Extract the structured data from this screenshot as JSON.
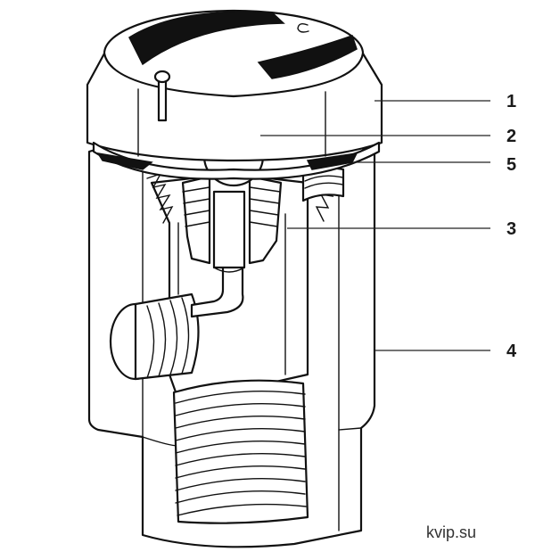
{
  "callouts": [
    {
      "id": "1",
      "label": "1"
    },
    {
      "id": "2",
      "label": "2"
    },
    {
      "id": "5",
      "label": "5"
    },
    {
      "id": "3",
      "label": "3"
    },
    {
      "id": "4",
      "label": "4"
    }
  ],
  "watermark": "kvip.su",
  "colors": {
    "line": "#111111",
    "fill": "#ffffff",
    "slot": "#111111"
  }
}
